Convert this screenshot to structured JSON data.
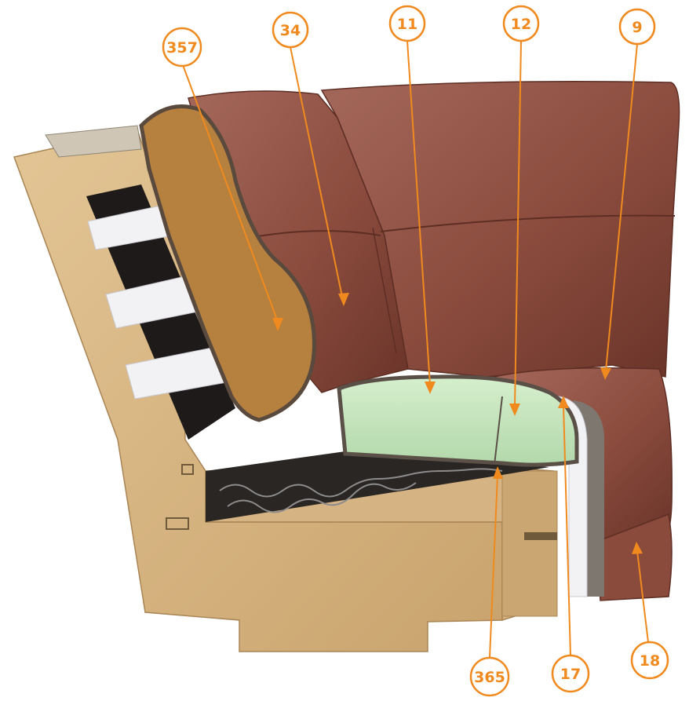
{
  "illustration": {
    "subject": "sofa-corner-cutaway",
    "colors": {
      "leather": "#8a4a3c",
      "leather_light": "#a8685a",
      "leather_dark": "#5e2e25",
      "wood": "#d9b887",
      "wood_dark": "#b8935e",
      "foam_green": "#c7e6bf",
      "foam_brown": "#b6803e",
      "felt_grey": "#7d776f",
      "strap_white": "#f2f2f5",
      "callout_orange": "#f08a1e"
    }
  },
  "callouts": [
    {
      "id": "357",
      "label": "357"
    },
    {
      "id": "34",
      "label": "34"
    },
    {
      "id": "11",
      "label": "11"
    },
    {
      "id": "12",
      "label": "12"
    },
    {
      "id": "9",
      "label": "9"
    },
    {
      "id": "365",
      "label": "365"
    },
    {
      "id": "17",
      "label": "17"
    },
    {
      "id": "18",
      "label": "18"
    }
  ]
}
